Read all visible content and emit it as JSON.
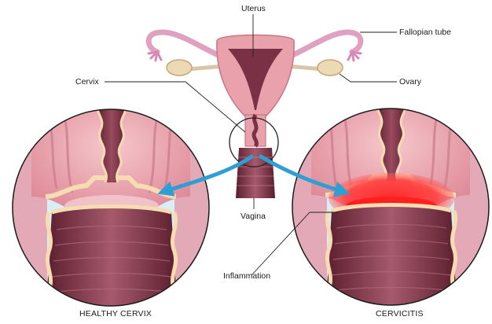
{
  "labels": {
    "uterus": "Uterus",
    "fallopian_tube": "Fallopian tube",
    "cervix": "Cervix",
    "ovary": "Ovary",
    "vagina": "Vagina",
    "inflammation": "Inflammation"
  },
  "captions": {
    "left": "HEALTHY CERVIX",
    "right": "CERVICITIS"
  },
  "colors": {
    "tissue_light": "#f3b9c0",
    "tissue_mid": "#e28896",
    "canal_dark": "#7a3045",
    "muscle_pink": "#e8a7b0",
    "inflammation_red": "#ff1f1f",
    "arrow_blue": "#2d9fd3",
    "circle_bg": "#d9eef5",
    "lining_cream": "#f6dcb2"
  }
}
